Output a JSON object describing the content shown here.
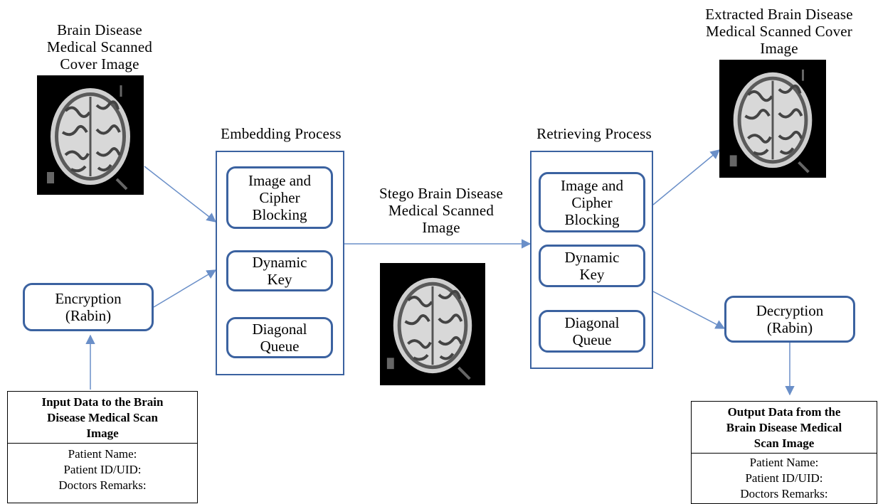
{
  "cover": {
    "title": "Brain Disease Medical Scanned Cover Image",
    "title_lines": [
      "Brain Disease",
      "Medical Scanned",
      "Cover Image"
    ]
  },
  "embedding": {
    "title": "Embedding Process",
    "steps": [
      "Image and Cipher Blocking",
      "Dynamic Key",
      "Diagonal Queue"
    ],
    "step_lines": [
      [
        "Image and",
        "Cipher",
        "Blocking"
      ],
      [
        "Dynamic",
        "Key"
      ],
      [
        "Diagonal",
        "Queue"
      ]
    ]
  },
  "encryption": {
    "label": "Encryption (Rabin)",
    "lines": [
      "Encryption",
      "(Rabin)"
    ]
  },
  "input_table": {
    "header": "Input Data to the Brain Disease Medical Scan Image",
    "header_lines": [
      "Input Data to the Brain",
      "Disease Medical Scan",
      "Image"
    ],
    "fields": [
      "Patient Name:",
      "Patient ID/UID:",
      "Doctors Remarks:"
    ]
  },
  "stego": {
    "title": "Stego Brain Disease Medical Scanned Image",
    "title_lines": [
      "Stego Brain Disease",
      "Medical Scanned",
      "Image"
    ]
  },
  "retrieving": {
    "title": "Retrieving Process",
    "steps": [
      "Image and Cipher Blocking",
      "Dynamic Key",
      "Diagonal Queue"
    ],
    "step_lines": [
      [
        "Image and",
        "Cipher",
        "Blocking"
      ],
      [
        "Dynamic",
        "Key"
      ],
      [
        "Diagonal",
        "Queue"
      ]
    ]
  },
  "extracted": {
    "title": "Extracted Brain Disease Medical Scanned Cover Image",
    "title_lines": [
      "Extracted Brain Disease",
      "Medical Scanned Cover",
      "Image"
    ]
  },
  "decryption": {
    "label": "Decryption (Rabin)",
    "lines": [
      "Decryption",
      "(Rabin)"
    ]
  },
  "output_table": {
    "header": "Output Data from the Brain Disease Medical Scan Image",
    "header_lines": [
      "Output Data from the",
      "Brain Disease Medical",
      "Scan Image"
    ],
    "fields": [
      "Patient Name:",
      "Patient ID/UID:",
      "Doctors Remarks:"
    ]
  },
  "colors": {
    "box_border": "#3b62a0",
    "arrow": "#6a8fc8"
  }
}
